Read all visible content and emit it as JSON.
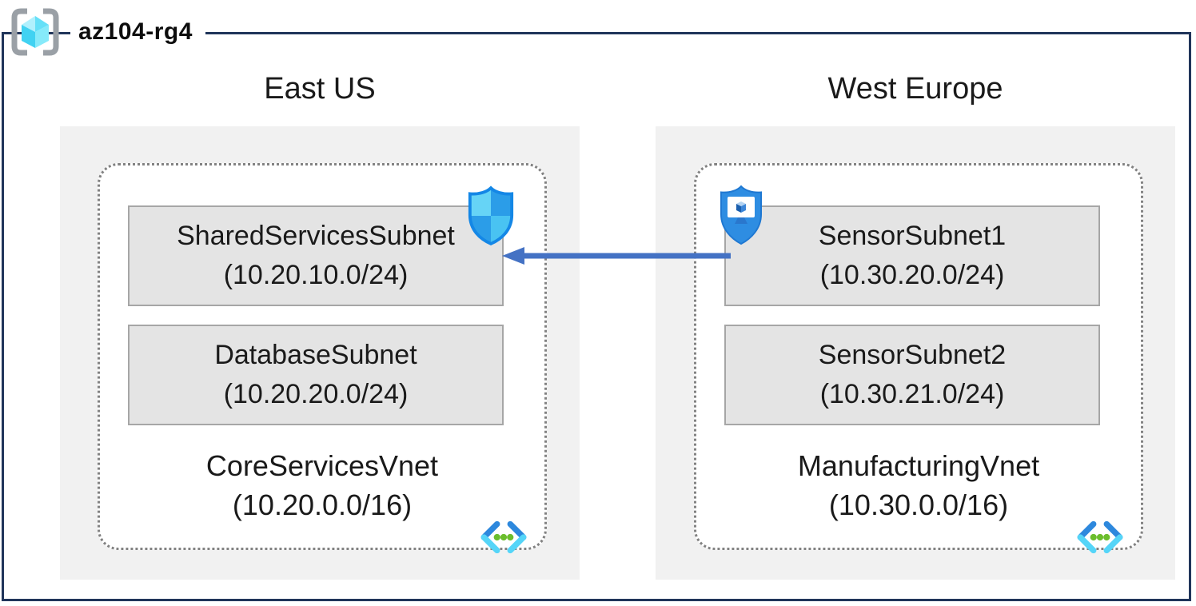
{
  "resource_group": "az104-rg4",
  "regions": [
    {
      "name": "East US",
      "vnet": {
        "name": "CoreServicesVnet",
        "cidr": "(10.20.0.0/16)"
      },
      "subnets": [
        {
          "name": "SharedServicesSubnet",
          "cidr": "(10.20.10.0/24)"
        },
        {
          "name": "DatabaseSubnet",
          "cidr": "(10.20.20.0/24)"
        }
      ],
      "badge_icon": "network-security-group-shield"
    },
    {
      "name": "West Europe",
      "vnet": {
        "name": "ManufacturingVnet",
        "cidr": "(10.30.0.0/16)"
      },
      "subnets": [
        {
          "name": "SensorSubnet1",
          "cidr": "(10.30.20.0/24)"
        },
        {
          "name": "SensorSubnet2",
          "cidr": "(10.30.21.0/24)"
        }
      ],
      "badge_icon": "application-security-group-shield"
    }
  ],
  "connection": {
    "from": "SensorSubnet1",
    "to": "SharedServicesSubnet",
    "arrow_color": "#4472c4"
  },
  "colors": {
    "frame": "#20355a",
    "region_fill": "#f1f1f1",
    "subnet_fill": "#e4e4e4",
    "subnet_border": "#a6a6a6",
    "dotted_border": "#828282",
    "arrow": "#4472c4",
    "vnet_icon_green": "#6bbe2d",
    "shield_blue": "#2b9de8"
  }
}
